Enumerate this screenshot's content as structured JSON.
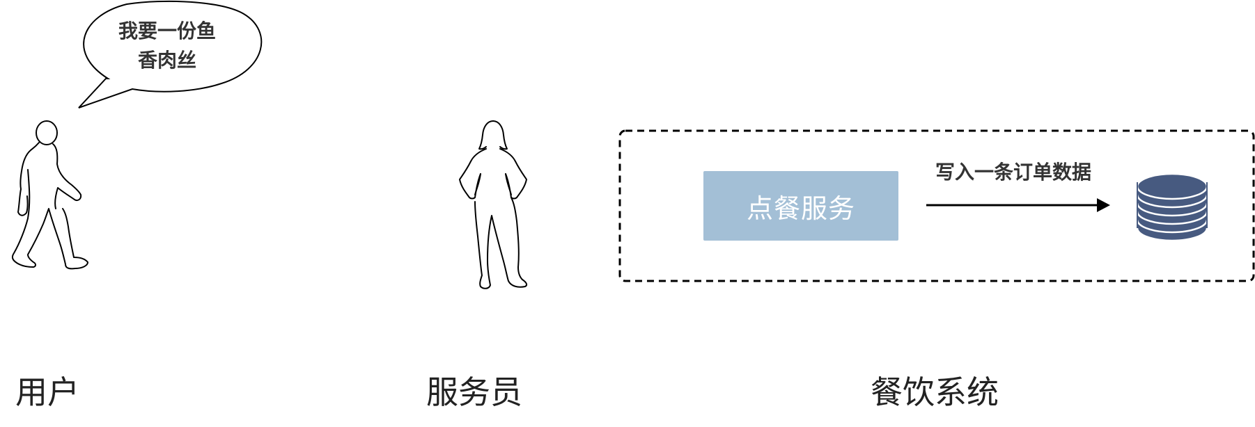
{
  "speech": {
    "line1": "我要一份鱼",
    "line2": "香肉丝"
  },
  "service": {
    "label": "点餐服务"
  },
  "arrow": {
    "label": "写入一条订单数据"
  },
  "captions": {
    "user": "用户",
    "waiter": "服务员",
    "system": "餐饮系统"
  },
  "colors": {
    "service_fill": "#a3bfd6",
    "database_fill": "#475a80",
    "outline": "#000000"
  },
  "icons": {
    "user": "walking-person-icon",
    "waiter": "standing-person-icon",
    "database": "database-stack-icon"
  }
}
